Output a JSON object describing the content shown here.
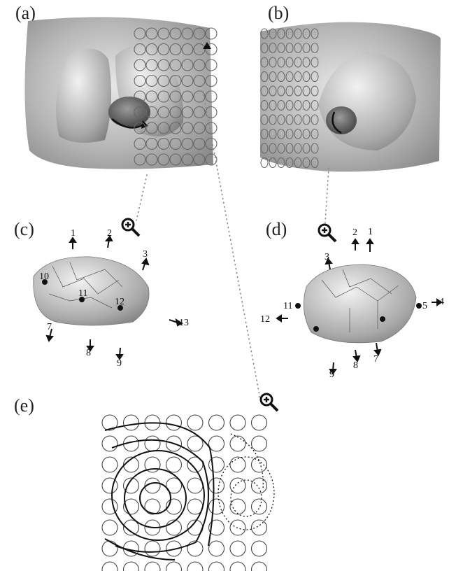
{
  "panels": {
    "a": {
      "label": "(a)"
    },
    "b": {
      "label": "(b)"
    },
    "c": {
      "label": "(c)",
      "markers": [
        "1",
        "2",
        "3",
        "10",
        "11",
        "12",
        "13",
        "7",
        "8",
        "9"
      ]
    },
    "d": {
      "label": "(d)",
      "markers": [
        "2",
        "1",
        "3",
        "11",
        "12",
        "5",
        "4",
        "8",
        "7",
        "9"
      ]
    },
    "e": {
      "label": "(e)"
    }
  },
  "icons": {
    "zoom": "zoom-in-magnifier-icon"
  },
  "colors": {
    "surface": "#bdbdbd",
    "organ": "#d9d9d9",
    "line": "#222222",
    "electrode": "#555555"
  }
}
